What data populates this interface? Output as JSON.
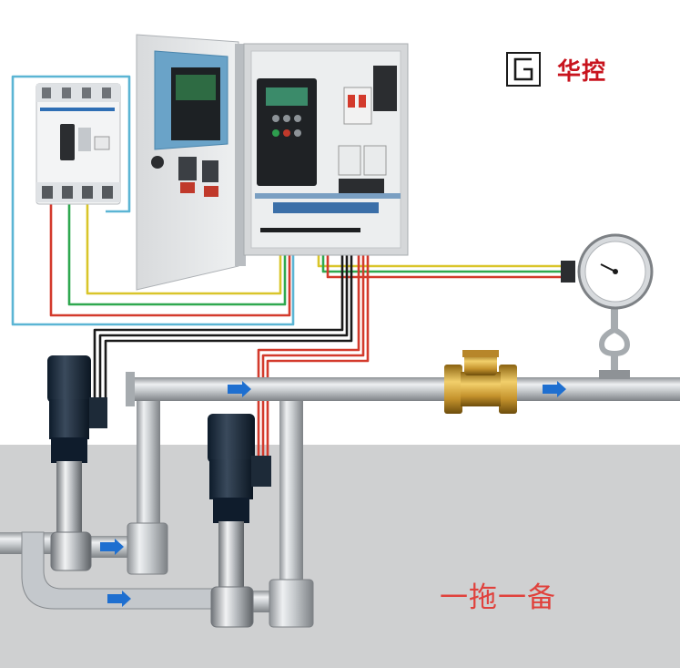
{
  "brand": {
    "name": "华控",
    "logo_icon": "g-square-logo",
    "color": "#c8141e"
  },
  "caption": {
    "text": "一拖一备",
    "color": "#e0413c"
  },
  "wire_colors": {
    "blue": "#5bb5d4",
    "red": "#d33a2c",
    "green": "#2fa84f",
    "yellow": "#d9c52a",
    "black": "#1a1a1a"
  },
  "components": {
    "breaker": "molded-case-circuit-breaker",
    "control_cabinet": "control-cabinet",
    "inverter": "frequency-inverter",
    "pressure_gauge": "pressure-gauge",
    "check_valve": "check-valve",
    "pump_primary": "vertical-multistage-pump",
    "pump_standby": "vertical-multistage-pump"
  }
}
